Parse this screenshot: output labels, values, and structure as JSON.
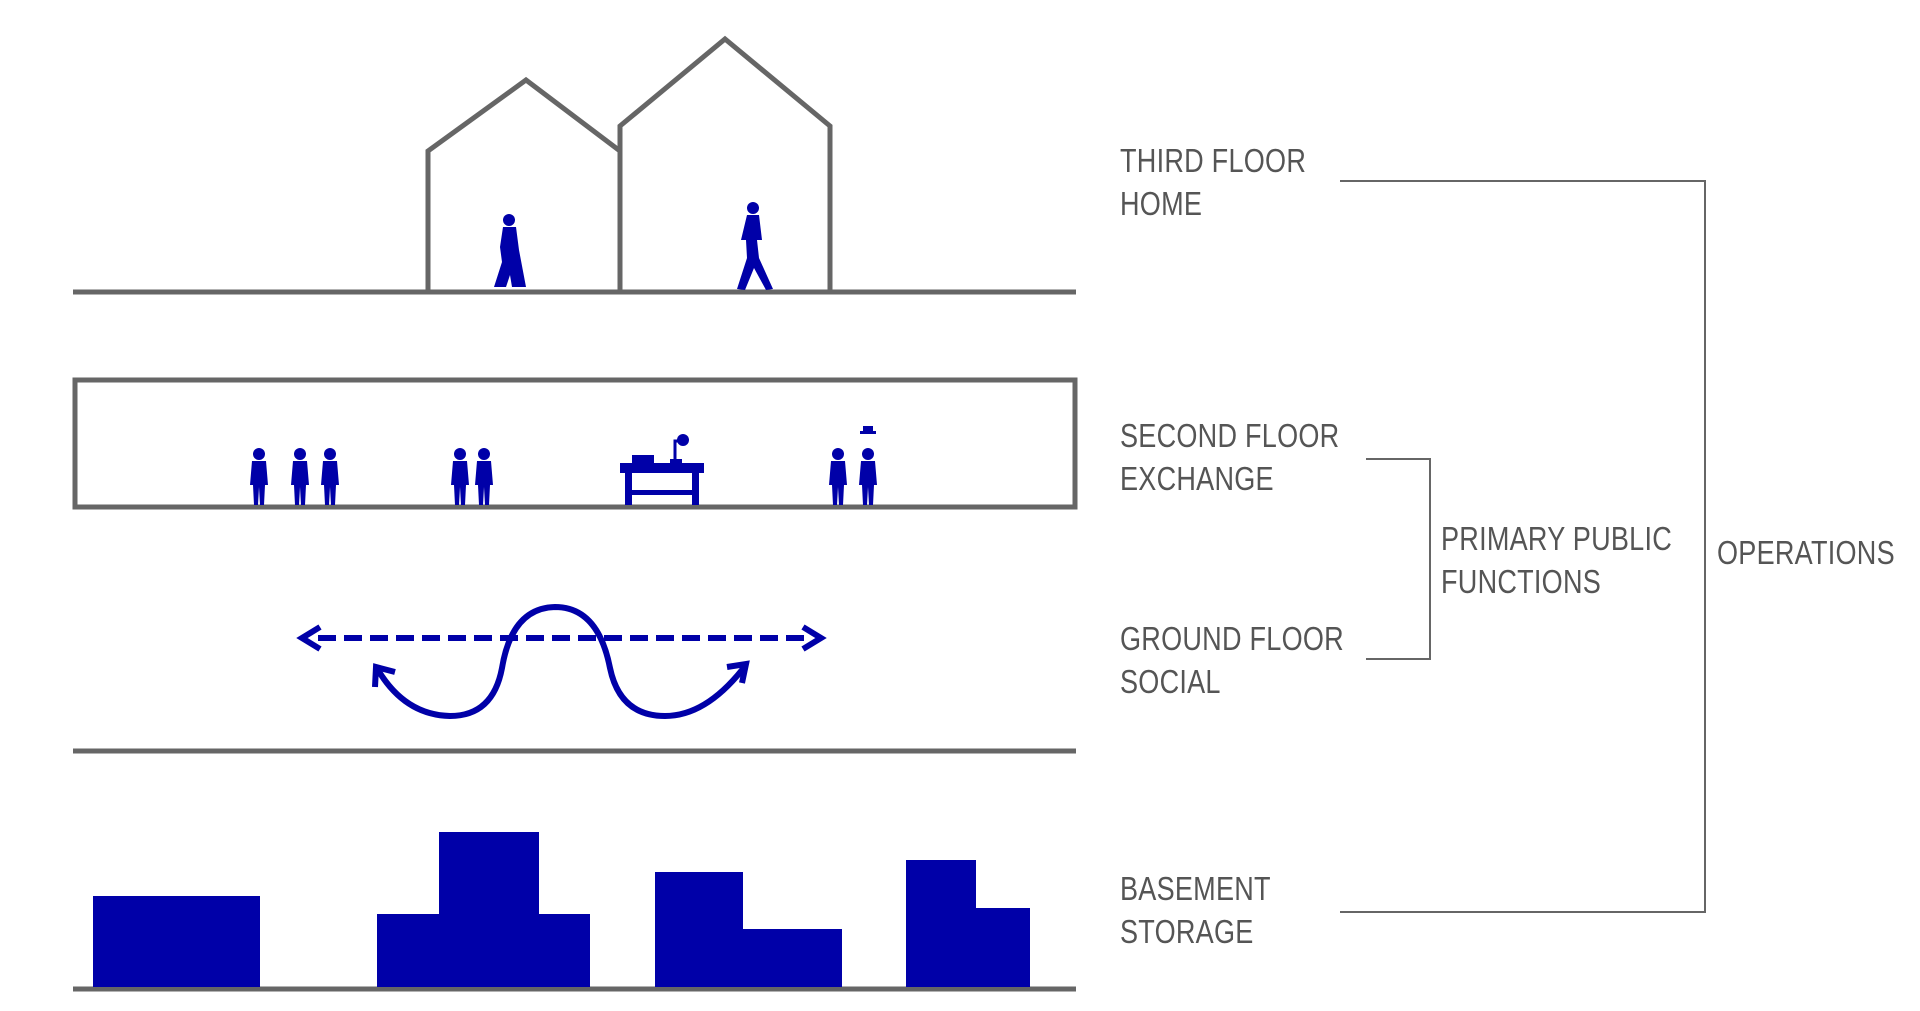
{
  "colors": {
    "outline": "#666666",
    "accent": "#0000a8",
    "label": "#555555"
  },
  "levels": [
    {
      "floor": "THIRD FLOOR",
      "use": "HOME"
    },
    {
      "floor": "SECOND FLOOR",
      "use": "EXCHANGE"
    },
    {
      "floor": "GROUND FLOOR",
      "use": "SOCIAL"
    },
    {
      "floor": "BASEMENT",
      "use": "STORAGE"
    }
  ],
  "groups": {
    "primary_line1": "PRIMARY PUBLIC",
    "primary_line2": "FUNCTIONS",
    "operations": "OPERATIONS"
  },
  "icons": {
    "third_floor": [
      "house-outline-icon",
      "walking-woman-icon",
      "walking-man-icon"
    ],
    "second_floor": [
      "people-group-icon",
      "conversation-pair-icon",
      "desk-lamp-icon",
      "handshake-pair-icon"
    ],
    "ground_floor": [
      "two-way-arrow-icon",
      "curved-flow-arrow-icon"
    ],
    "basement": [
      "storage-block-icon"
    ]
  }
}
